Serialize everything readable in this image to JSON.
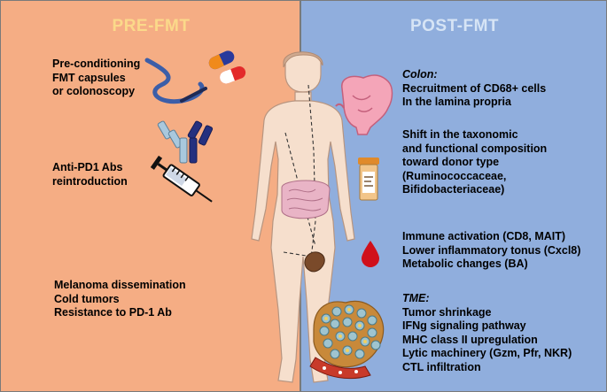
{
  "pre": {
    "title": "PRE-FMT",
    "conditioning": [
      "Pre-conditioning",
      "FMT capsules",
      "or colonoscopy"
    ],
    "antipd1": [
      "Anti-PD1 Abs",
      "reintroduction"
    ],
    "outcome": [
      "Melanoma dissemination",
      "Cold tumors",
      "Resistance to PD-1 Ab"
    ]
  },
  "post": {
    "title": "POST-FMT",
    "colon_heading": "Colon:",
    "colon": [
      "Recruitment of CD68+ cells",
      "In the lamina propria"
    ],
    "shift": [
      "Shift in the taxonomic",
      "and functional composition",
      "toward donor type",
      "(Ruminococcaceae,",
      "Bifidobacteriaceae)"
    ],
    "immune": [
      "Immune activation (CD8, MAIT)",
      "Lower inflammatory tonus (Cxcl8)",
      "Metabolic changes (BA)"
    ],
    "tme_heading": "TME:",
    "tme": [
      "Tumor shrinkage",
      "IFNg signaling pathway",
      "MHC class II upregulation",
      "Lytic machinery (Gzm, Pfr, NKR)",
      "CTL infiltration"
    ]
  },
  "colors": {
    "pre_bg": "#f5ad84",
    "post_bg": "#90aedd",
    "pre_title": "#fbd98a",
    "post_title": "#d6e4f5",
    "blood_drop": "#d0101b",
    "intestine": "#e9b4c6"
  },
  "icons": [
    "capsules-icon",
    "colonoscope-icon",
    "antibody-icon",
    "syringe-icon",
    "body-figure",
    "colon-icon",
    "stool-jar-icon",
    "blood-drop-icon",
    "tumor-icon"
  ]
}
